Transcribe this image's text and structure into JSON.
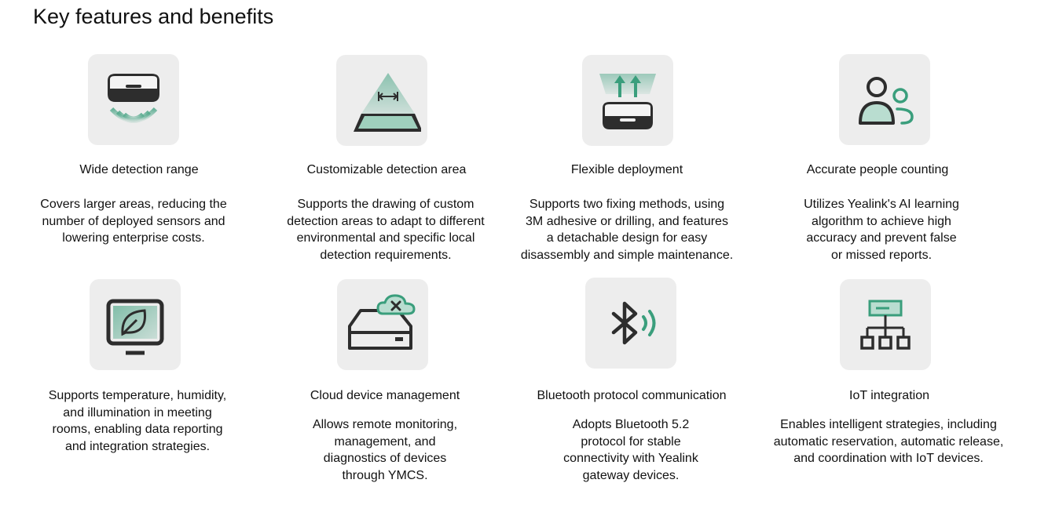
{
  "page": {
    "title": "Key features and benefits"
  },
  "colors": {
    "accent": "#3a9e7c",
    "accent_light": "#b9ddd0",
    "dark": "#2d2d2d",
    "icon_bg": "#ededed"
  },
  "features": [
    {
      "icon": "sensor-detection-icon",
      "title": "Wide detection range",
      "desc": [
        "Covers larger areas, reducing the",
        "number of deployed sensors and",
        "lowering enterprise costs."
      ]
    },
    {
      "icon": "detection-area-icon",
      "title": "Customizable detection area",
      "desc": [
        "Supports the drawing of custom",
        "detection areas to adapt to different",
        "environmental and specific local",
        "detection requirements."
      ]
    },
    {
      "icon": "mount-sensor-icon",
      "title": "Flexible deployment",
      "desc": [
        "Supports two fixing methods, using",
        "3M adhesive or drilling, and features",
        "a detachable design for easy",
        "disassembly and simple maintenance."
      ]
    },
    {
      "icon": "people-icon",
      "title": "Accurate people counting",
      "desc": [
        "Utilizes Yealink's AI learning",
        "algorithm to achieve high",
        "accuracy and prevent false",
        "or missed reports."
      ]
    },
    {
      "icon": "monitor-leaf-icon",
      "title": "",
      "desc": [
        "Supports temperature, humidity,",
        "and illumination in meeting",
        "rooms, enabling data reporting",
        "and integration strategies."
      ]
    },
    {
      "icon": "cloud-device-icon",
      "title": "Cloud device management",
      "desc": [
        "Allows remote monitoring,",
        "management, and",
        "diagnostics of devices",
        "through YMCS."
      ]
    },
    {
      "icon": "bluetooth-icon",
      "title": "Bluetooth protocol communication",
      "desc": [
        "Adopts Bluetooth 5.2",
        "protocol for stable",
        "connectivity with Yealink",
        "gateway devices."
      ]
    },
    {
      "icon": "iot-network-icon",
      "title": "IoT integration",
      "desc": [
        "Enables intelligent strategies, including",
        "automatic reservation, automatic release,",
        "and coordination with IoT devices."
      ]
    }
  ]
}
